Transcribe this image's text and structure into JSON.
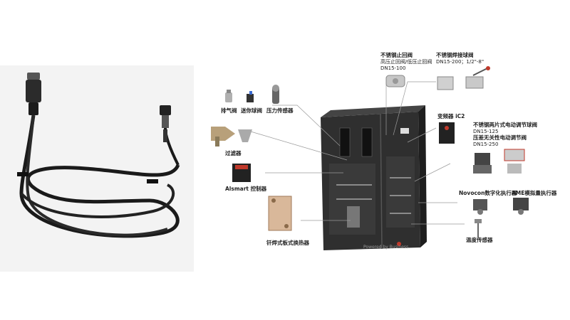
{
  "labels": {
    "exhaust_valve": "排气阀",
    "mini_ball_valve": "迷你球阀",
    "pressure_sensor": "压力传感器",
    "filter": "过滤器",
    "alsmart_controller": "Alsmart 控制器",
    "brazed_plate_hx": "钎焊式板式换热器",
    "check_valve_title": "不锈钢止回阀",
    "check_valve_sub": "高压止回阀/低压止回阀",
    "check_valve_size": "DN15-100",
    "welded_ball_valve_title": "不锈钢焊接球阀",
    "welded_ball_valve_size": "DN15-200；1/2\"-8\"",
    "vfd_title": "变频器 iC2",
    "electric_valve_title_1": "不锈钢两片式电动调节球阀",
    "electric_valve_size_1": "DN15-125",
    "electric_valve_title_2": "压差无关性电动调节阀",
    "electric_valve_size_2": "DN15-250",
    "novocon_title": "Novocon数字化执行器",
    "ame_title": "AME模拟量执行器",
    "temp_sensor": "温度传感器",
    "watermark": "Powered by Business"
  },
  "colors": {
    "cabinet": "#2a2a2a",
    "leader_line": "#9a9a9a",
    "cable": "#1a1a1a",
    "background_left": "#f3f3f3"
  }
}
